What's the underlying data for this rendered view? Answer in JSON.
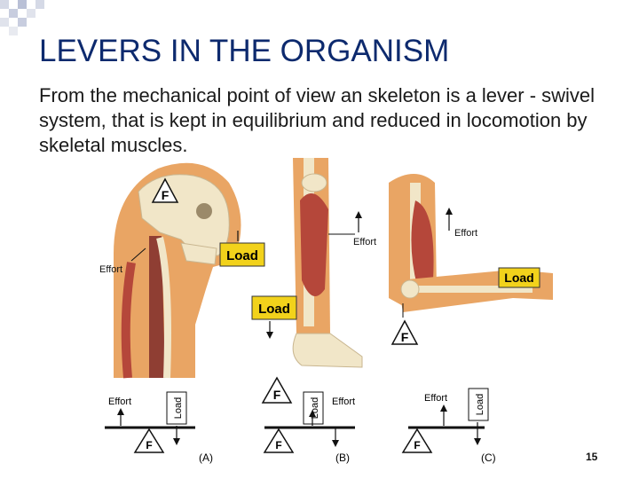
{
  "slide": {
    "title": "LEVERS IN THE ORGANISM",
    "body": "From the mechanical point of view an skeleton is a lever - swivel system, that is kept in equilibrium and reduced in locomotion by skeletal muscles.",
    "page_number": "15"
  },
  "figure": {
    "head": {
      "fulcrum": "F",
      "effort": "Effort",
      "load": "Load"
    },
    "leg": {
      "effort": "Effort",
      "load": "Load"
    },
    "arm": {
      "effort": "Effort",
      "load": "Load",
      "fulcrum": "F"
    },
    "schematics": [
      {
        "effort": "Effort",
        "load": "Load",
        "fulcrum": "F",
        "caption": "(A)"
      },
      {
        "effort": "Effort",
        "load": "Load",
        "fulcrum": "F",
        "top_fulcrum": "F",
        "caption": "(B)"
      },
      {
        "effort": "Effort",
        "load": "Load",
        "fulcrum": "F",
        "caption": "(C)"
      }
    ]
  },
  "colors": {
    "title": "#0d2a6e",
    "load_box": "#f2d21b",
    "muscle": "#b5473a",
    "bone": "#f1e6c8",
    "skin": "#e9a564"
  }
}
